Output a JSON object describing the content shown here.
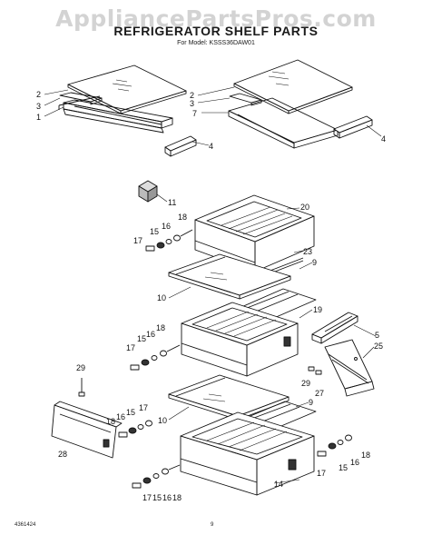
{
  "watermark": "AppliancePartsPros.com",
  "header": {
    "title": "REFRIGERATOR SHELF PARTS",
    "subtitle": "For Model: KSSS36DAW01"
  },
  "footer": {
    "doc_id": "4361424",
    "page": "9"
  },
  "callouts": {
    "c1": "1",
    "c2a": "2",
    "c2b": "2",
    "c3a": "3",
    "c3b": "3",
    "c4a": "4",
    "c4b": "4",
    "c5": "5",
    "c7": "7",
    "c9a": "9",
    "c9b": "9",
    "c10a": "10",
    "c10b": "10",
    "c11": "11",
    "c14": "14",
    "c19": "19",
    "c20": "20",
    "c23": "23",
    "c25": "25",
    "c28": "28",
    "c29a": "29",
    "c29b": "29",
    "c15a": "15",
    "c16a": "16",
    "c17a": "17",
    "c18a": "18",
    "c15b": "15",
    "c16b": "16",
    "c17b": "17",
    "c18b": "18",
    "c15c": "15",
    "c16c": "16",
    "c17c": "17",
    "c18c": "18",
    "c15d": "15",
    "c16d": "16",
    "c17d": "17",
    "c18d": "18",
    "c15e": "15",
    "c16e": "16",
    "c17e": "17",
    "c18e": "18",
    "c27": "27"
  }
}
